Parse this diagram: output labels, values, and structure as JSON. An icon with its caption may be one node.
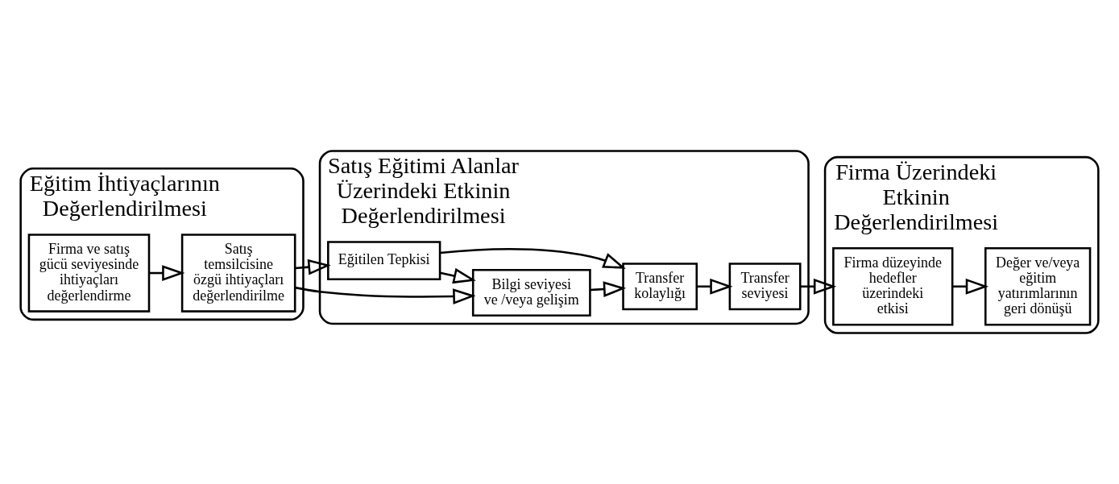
{
  "diagram": {
    "nodes": [
      {
        "text": [
          "Eğitim İhtiyaçlarının Değerlendirilmesi"
        ]
      },
      {
        "text": [
          "Firma ve satış gücü seviyesinde ihtiyaçları değerlendirme"
        ],
        "in": 0
      },
      {
        "text": [
          "Satış temsilcisine özgü ihtiyaçları değerlendirilme"
        ],
        "in": 0
      },
      {
        "text": [
          "Satış Eğitimi Alanlar Üzerindeki Etkinin Değerlendirilmesi"
        ]
      },
      {
        "text": [
          "Eğitilen Tepkisi"
        ],
        "in": 3
      },
      {
        "text": [
          "Bilgi seviyesi ve /veya gelişim"
        ],
        "in": 3
      },
      {
        "text": [
          "Transfer kolaylığı"
        ],
        "in": 3
      },
      {
        "text": [
          "Transfer seviyesi"
        ],
        "in": 3
      },
      {
        "text": [
          "Firma Üzerindeki Etkinin Değerlendirilmesi"
        ]
      },
      {
        "text": [
          "Firma düzeyinde hedefler üzerindeki etkisi"
        ],
        "in": 8
      },
      {
        "text": [
          "Değer ve/veya eğitim yatırımlarının geri dönüşü"
        ],
        "in": 8
      }
    ],
    "edges": [
      {
        "from": 1,
        "to": 2,
        "arrow": "to"
      },
      {
        "from": 2,
        "to": 4,
        "arrow": "to"
      },
      {
        "from": 2,
        "to": 5,
        "arrow": "to"
      },
      {
        "from": 4,
        "to": 5,
        "arrow": "to"
      },
      {
        "from": 4,
        "to": 6,
        "arrow": "to"
      },
      {
        "from": 5,
        "to": 6,
        "arrow": "to"
      },
      {
        "from": 6,
        "to": 7,
        "arrow": "to"
      },
      {
        "from": 7,
        "to": 9,
        "arrow": "to"
      },
      {
        "from": 9,
        "to": 10,
        "arrow": "to"
      }
    ]
  }
}
